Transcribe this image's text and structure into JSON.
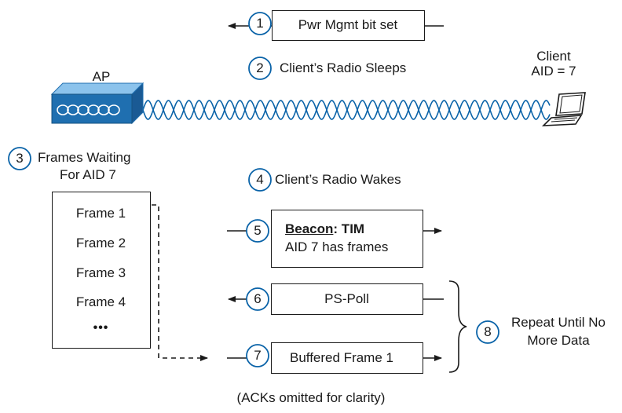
{
  "steps": [
    {
      "num": "1",
      "label": "Pwr Mgmt bit set"
    },
    {
      "num": "2",
      "label": "Client’s Radio Sleeps"
    },
    {
      "num": "3",
      "label_line1": "Frames Waiting",
      "label_line2": "For AID 7"
    },
    {
      "num": "4",
      "label": "Client’s Radio Wakes"
    },
    {
      "num": "5",
      "label_bold_underlined": "Beacon",
      "label_bold_rest": ": TIM",
      "label_line2": "AID 7 has frames"
    },
    {
      "num": "6",
      "label": "PS-Poll"
    },
    {
      "num": "7",
      "label": "Buffered Frame 1"
    },
    {
      "num": "8",
      "label_line1": "Repeat Until No",
      "label_line2": "More Data"
    }
  ],
  "ap": {
    "label": "AP",
    "icon": "access-point-icon"
  },
  "client": {
    "label_line1": "Client",
    "label_line2": "AID = 7",
    "icon": "laptop-icon"
  },
  "queue": {
    "frames": [
      "Frame 1",
      "Frame 2",
      "Frame 3",
      "Frame 4"
    ],
    "more": "•••"
  },
  "footnote": "(ACKs omitted for clarity)",
  "colors": {
    "accent_blue": "#0a63a8",
    "ap_blue": "#1f6fb0",
    "line": "#1a1a1a"
  }
}
